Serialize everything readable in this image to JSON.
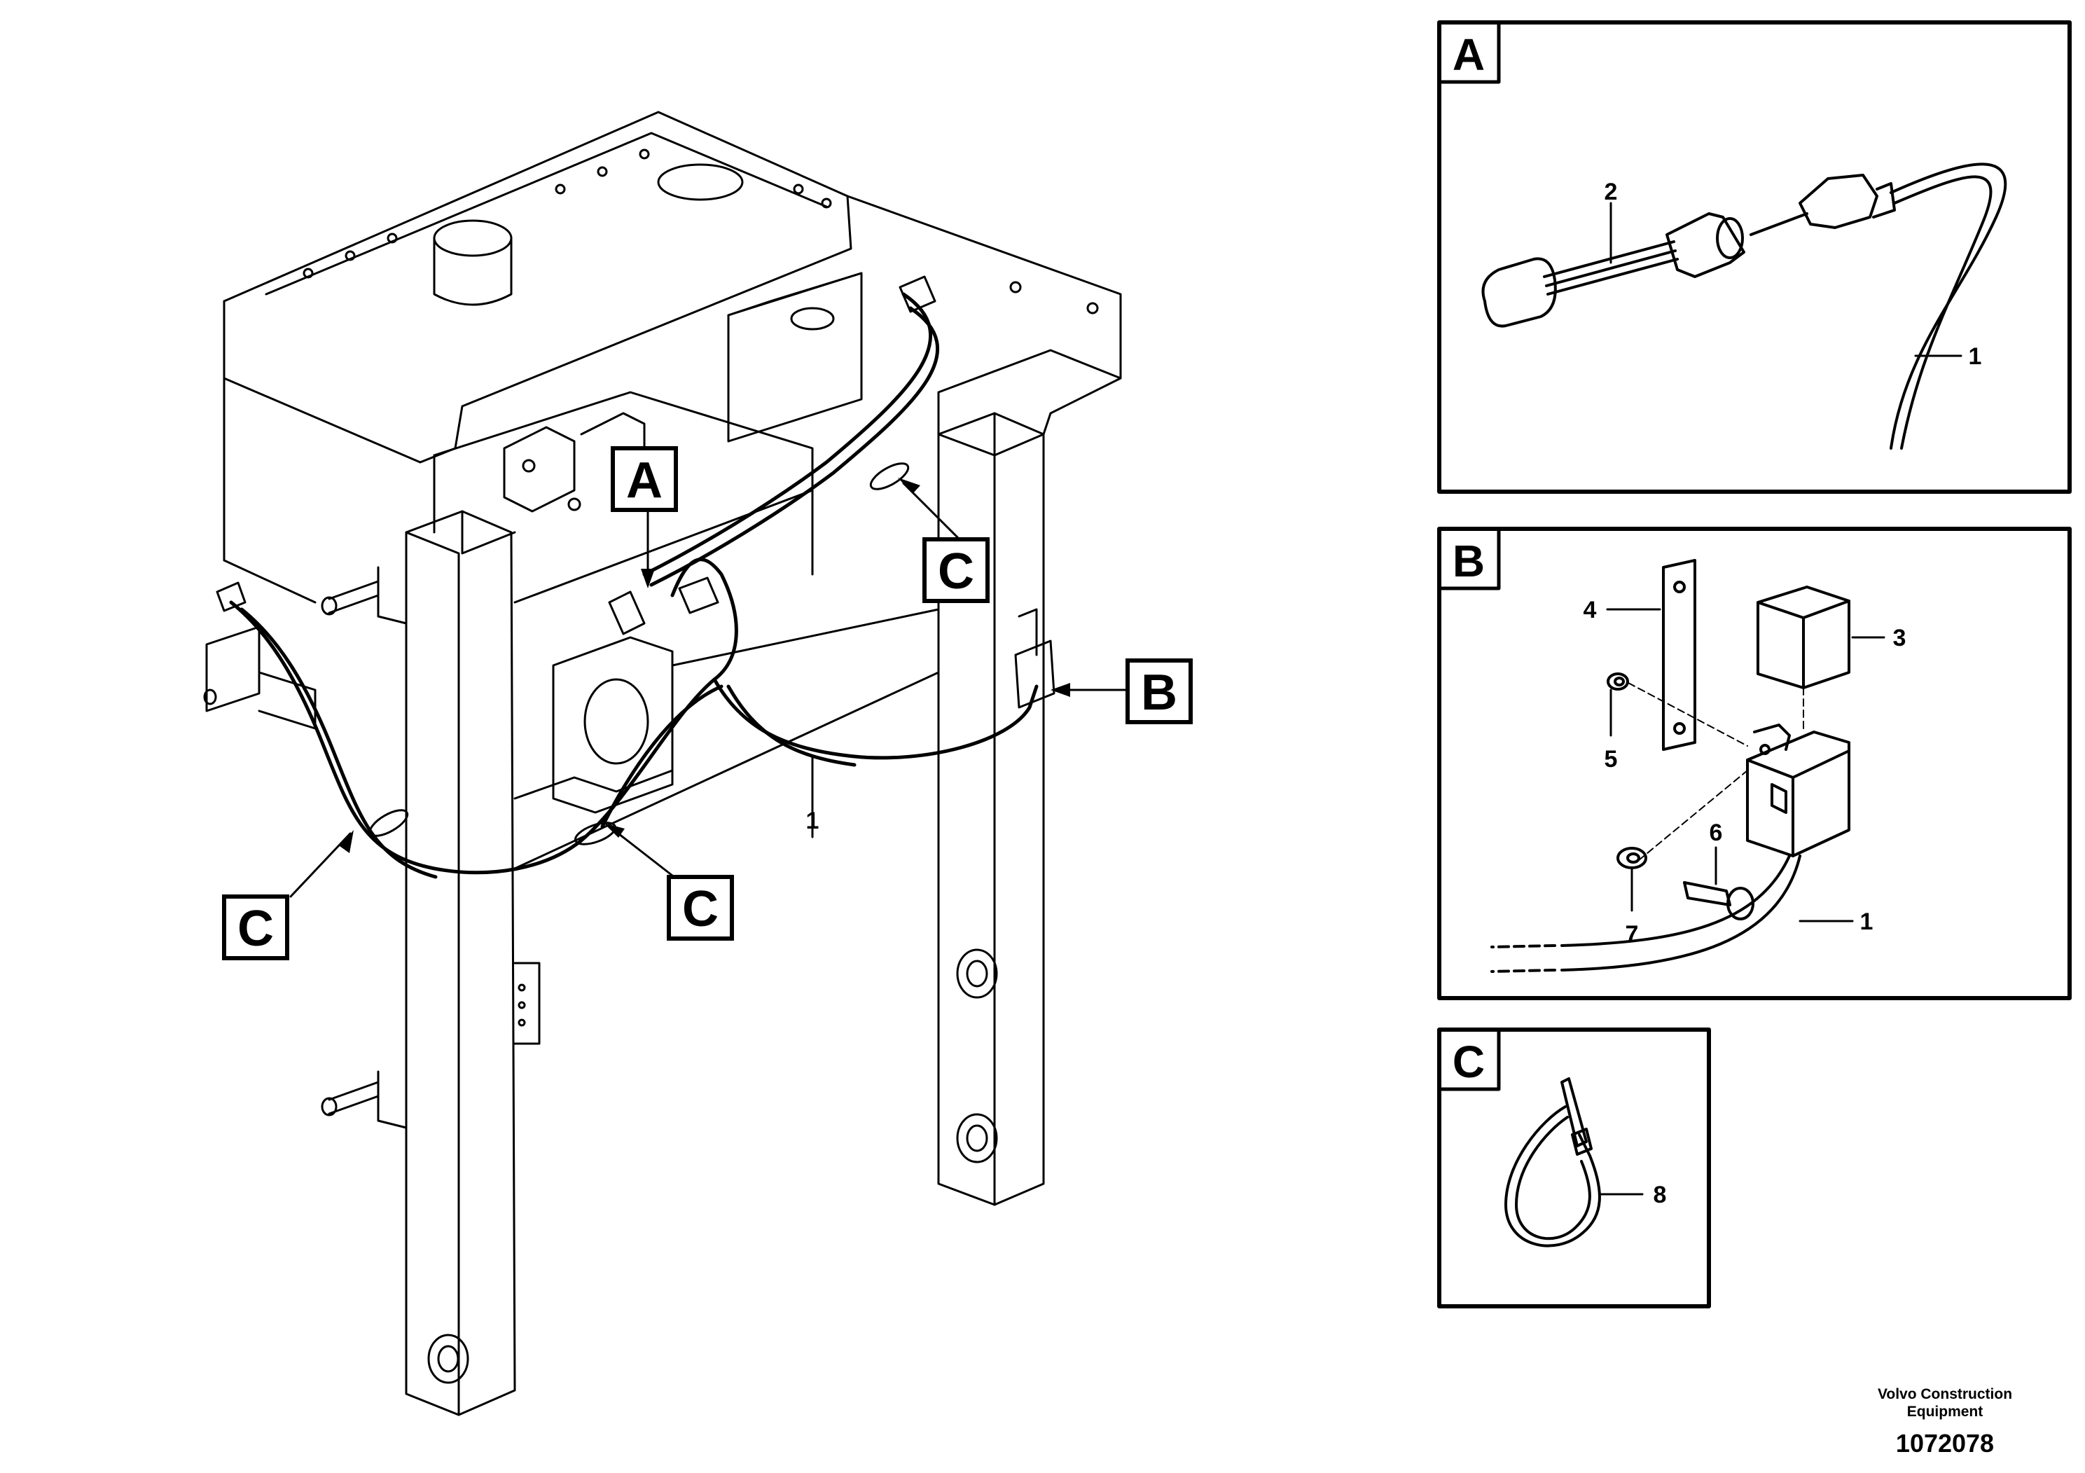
{
  "callouts": {
    "A": "A",
    "B": "B",
    "C": "C",
    "C2": "C",
    "C3": "C"
  },
  "main_labels": {
    "harness": "1"
  },
  "detail_a": {
    "letter": "A",
    "labels": {
      "item2": "2",
      "item1": "1"
    }
  },
  "detail_b": {
    "letter": "B",
    "labels": {
      "item4": "4",
      "item3": "3",
      "item5": "5",
      "item6": "6",
      "item7": "7",
      "item1": "1"
    }
  },
  "detail_c": {
    "letter": "C",
    "labels": {
      "item8": "8"
    }
  },
  "footer": {
    "company": "Volvo Construction Equipment",
    "number": "1072078"
  }
}
